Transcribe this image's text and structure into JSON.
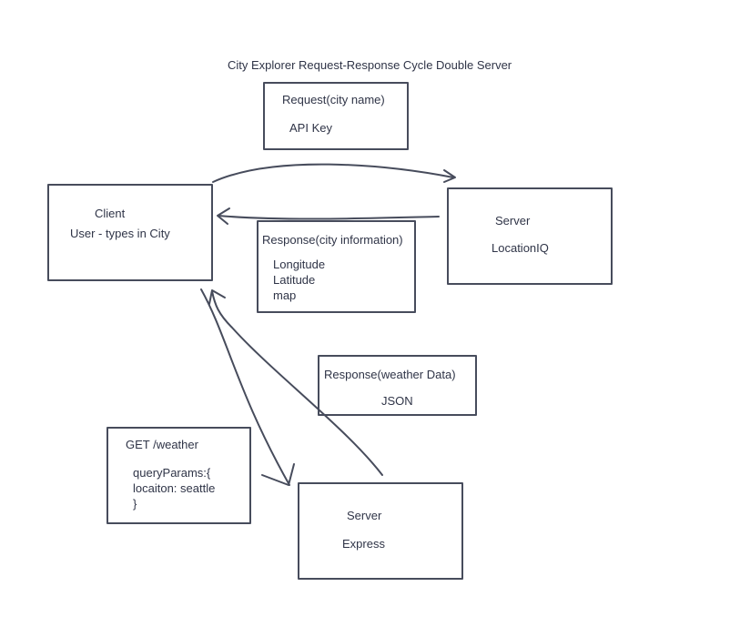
{
  "title": "City Explorer Request-Response Cycle Double Server",
  "boxes": {
    "request": {
      "line1": "Request(city name)",
      "line2": "API Key"
    },
    "client": {
      "line1": "Client",
      "line2": "User - types in City"
    },
    "server_location": {
      "line1": "Server",
      "line2": "LocationIQ"
    },
    "response_city": {
      "line1": "Response(city information)",
      "line2": "Longitude",
      "line3": "Latitude",
      "line4": "map"
    },
    "response_weather": {
      "line1": "Response(weather Data)",
      "line2": "JSON"
    },
    "get_weather": {
      "line1": "GET /weather",
      "line2": "queryParams:{",
      "line3": "locaiton: seattle",
      "line4": "}"
    },
    "server_express": {
      "line1": "Server",
      "line2": "Express"
    }
  },
  "colors": {
    "stroke": "#474c5c",
    "text": "#2f3447"
  }
}
